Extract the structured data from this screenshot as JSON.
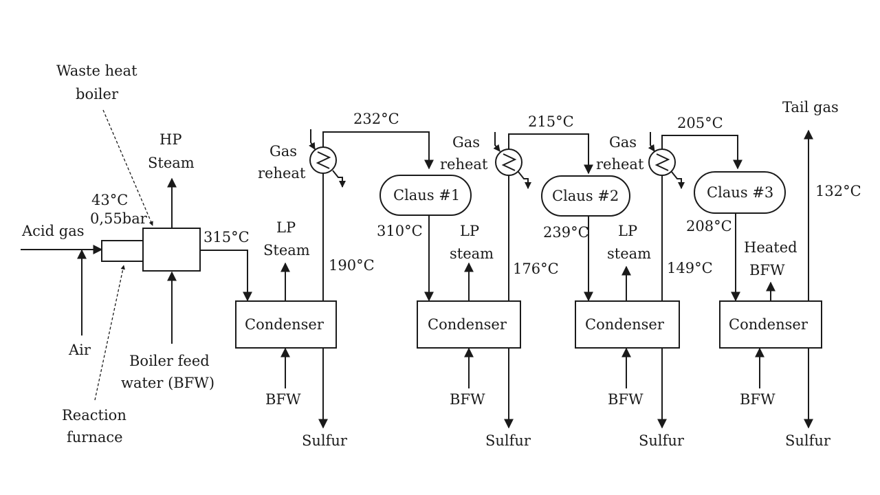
{
  "labels": {
    "acid_gas": "Acid gas",
    "air": "Air",
    "inlet_temp": "43°C",
    "inlet_pressure": "0,55bar",
    "waste_heat_boiler_1": "Waste heat",
    "waste_heat_boiler_2": "boiler",
    "hp_steam_1": "HP",
    "hp_steam_2": "Steam",
    "boiler_feed_1": "Boiler feed",
    "boiler_feed_2": "water (BFW)",
    "reaction_furnace_1": "Reaction",
    "reaction_furnace_2": "furnace",
    "t_315": "315°C",
    "tail_gas": "Tail gas",
    "t_132": "132°C"
  },
  "stage1": {
    "lp_1": "LP",
    "lp_2": "Steam",
    "condenser": "Condenser",
    "bfw": "BFW",
    "sulfur": "Sulfur",
    "t_out": "190°C",
    "reheat_1": "Gas",
    "reheat_2": "reheat",
    "t_reheat": "232°C",
    "reactor": "Claus #1",
    "t_reactor": "310°C"
  },
  "stage2": {
    "lp_1": "LP",
    "lp_2": "steam",
    "condenser": "Condenser",
    "bfw": "BFW",
    "sulfur": "Sulfur",
    "t_out": "176°C",
    "reheat_1": "Gas",
    "reheat_2": "reheat",
    "t_reheat": "215°C",
    "reactor": "Claus #2",
    "t_reactor": "239°C"
  },
  "stage3": {
    "lp_1": "LP",
    "lp_2": "steam",
    "condenser": "Condenser",
    "bfw": "BFW",
    "sulfur": "Sulfur",
    "t_out": "149°C",
    "reheat_1": "Gas",
    "reheat_2": "reheat",
    "t_reheat": "205°C",
    "reactor": "Claus #3",
    "t_reactor": "208°C"
  },
  "stage4": {
    "heated_1": "Heated",
    "heated_2": "BFW",
    "condenser": "Condenser",
    "bfw": "BFW",
    "sulfur": "Sulfur"
  },
  "colors": {
    "ink": "#1a1a1a",
    "background": "#ffffff"
  }
}
